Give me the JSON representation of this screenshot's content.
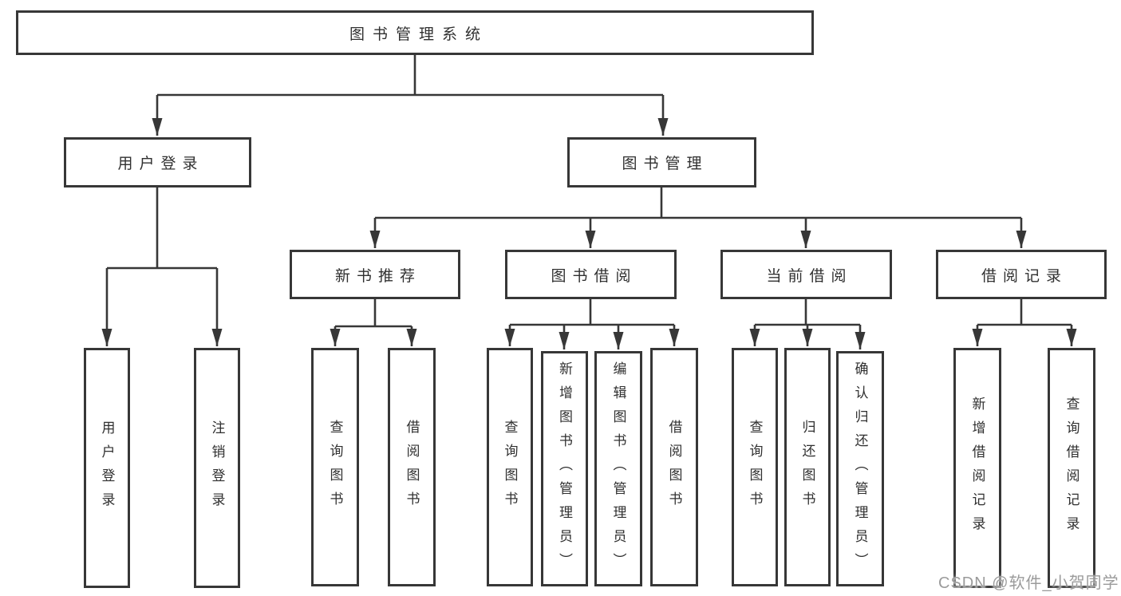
{
  "nodes": {
    "root": "图书管理系统",
    "user_login": "用户登录",
    "book_mgmt": "图书管理",
    "user_login_leaf": "用户登录",
    "logout_leaf": "注销登录",
    "new_book_rec": "新书推荐",
    "book_borrow": "图书借阅",
    "current_borrow": "当前借阅",
    "borrow_record": "借阅记录",
    "nb_query": "查询图书",
    "nb_borrow": "借阅图书",
    "bb_query": "查询图书",
    "bb_add": "新增图书（管理员）",
    "bb_edit": "编辑图书（管理员）",
    "bb_borrow": "借阅图书",
    "cb_query": "查询图书",
    "cb_return": "归还图书",
    "cb_confirm": "确认归还（管理员）",
    "br_add": "新增借阅记录",
    "br_query": "查询借阅记录"
  },
  "watermark": "CSDN @软件_小贺同学",
  "colors": {
    "line": "#373737",
    "text": "#303030",
    "watermark": "#9b9b9b",
    "background": "#ffffff"
  }
}
